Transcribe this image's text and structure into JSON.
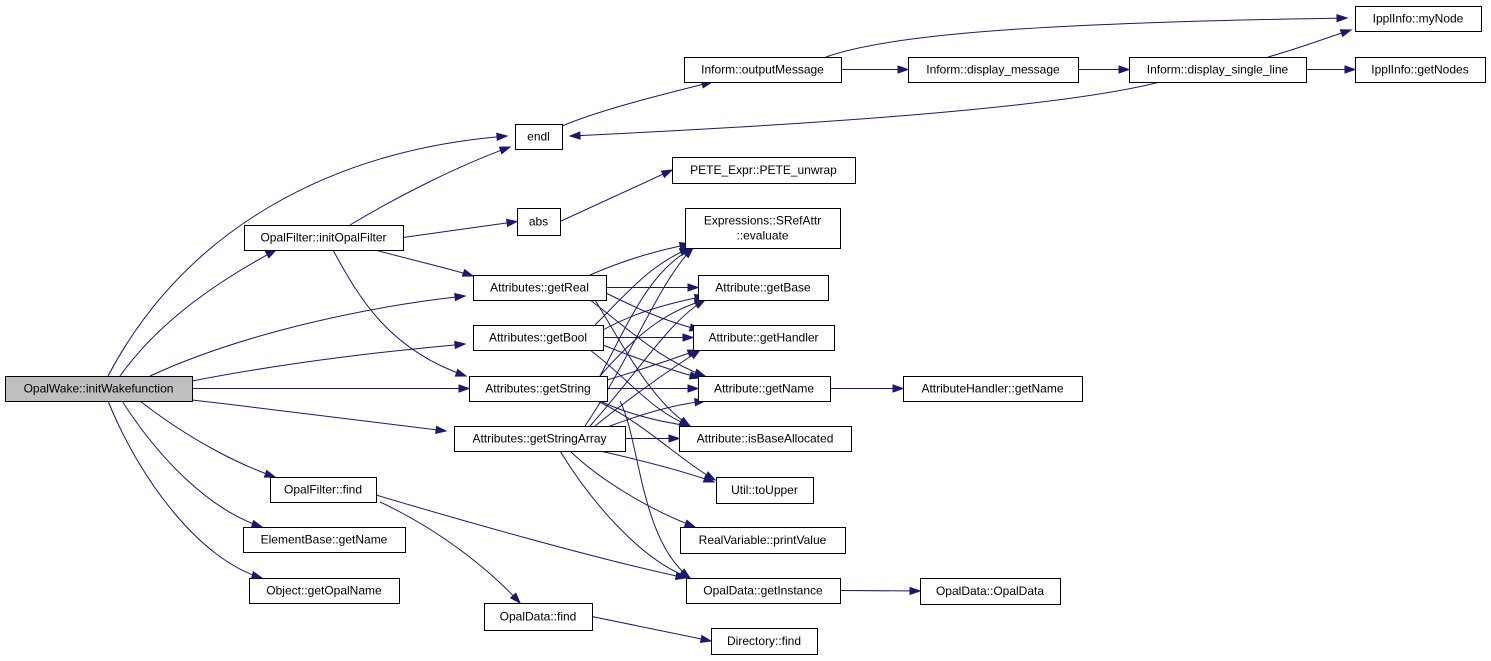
{
  "graph": {
    "colors": {
      "edge": "#191970",
      "root_fill": "#bfbfbf",
      "node_fill": "#ffffff",
      "border": "#000000"
    },
    "nodes": [
      {
        "id": "root",
        "label": [
          "OpalWake::initWakefunction"
        ],
        "root": true
      },
      {
        "id": "endl",
        "label": [
          "endl"
        ]
      },
      {
        "id": "opalfilter_init",
        "label": [
          "OpalFilter::initOpalFilter"
        ]
      },
      {
        "id": "attr_getreal",
        "label": [
          "Attributes::getReal"
        ]
      },
      {
        "id": "attr_getbool",
        "label": [
          "Attributes::getBool"
        ]
      },
      {
        "id": "attr_getstring",
        "label": [
          "Attributes::getString"
        ]
      },
      {
        "id": "attr_getstringarray",
        "label": [
          "Attributes::getStringArray"
        ]
      },
      {
        "id": "opalfilter_find",
        "label": [
          "OpalFilter::find"
        ]
      },
      {
        "id": "elementbase_getname",
        "label": [
          "ElementBase::getName"
        ]
      },
      {
        "id": "object_getopalname",
        "label": [
          "Object::getOpalName"
        ]
      },
      {
        "id": "abs",
        "label": [
          "abs"
        ]
      },
      {
        "id": "opaldata_find",
        "label": [
          "OpalData::find"
        ]
      },
      {
        "id": "inform_output",
        "label": [
          "Inform::outputMessage"
        ]
      },
      {
        "id": "pete_unwrap",
        "label": [
          "PETE_Expr::PETE_unwrap"
        ]
      },
      {
        "id": "expr_evaluate",
        "label": [
          "Expressions::SRefAttr",
          "::evaluate"
        ]
      },
      {
        "id": "attribute_getbase",
        "label": [
          "Attribute::getBase"
        ]
      },
      {
        "id": "attribute_gethandler",
        "label": [
          "Attribute::getHandler"
        ]
      },
      {
        "id": "attribute_getname",
        "label": [
          "Attribute::getName"
        ]
      },
      {
        "id": "attribute_isbase",
        "label": [
          "Attribute::isBaseAllocated"
        ]
      },
      {
        "id": "util_toupper",
        "label": [
          "Util::toUpper"
        ]
      },
      {
        "id": "realvar_print",
        "label": [
          "RealVariable::printValue"
        ]
      },
      {
        "id": "opaldata_getinstance",
        "label": [
          "OpalData::getInstance"
        ]
      },
      {
        "id": "directory_find",
        "label": [
          "Directory::find"
        ]
      },
      {
        "id": "inform_display_message",
        "label": [
          "Inform::display_message"
        ]
      },
      {
        "id": "attrhandler_getname",
        "label": [
          "AttributeHandler::getName"
        ]
      },
      {
        "id": "opaldata_ctor",
        "label": [
          "OpalData::OpalData"
        ]
      },
      {
        "id": "inform_display_single",
        "label": [
          "Inform::display_single_line"
        ]
      },
      {
        "id": "ippl_mynode",
        "label": [
          "IpplInfo::myNode"
        ]
      },
      {
        "id": "ippl_getnodes",
        "label": [
          "IpplInfo::getNodes"
        ]
      }
    ],
    "edges": [
      {
        "from": "root",
        "to": "endl"
      },
      {
        "from": "root",
        "to": "opalfilter_init"
      },
      {
        "from": "root",
        "to": "attr_getreal"
      },
      {
        "from": "root",
        "to": "attr_getbool"
      },
      {
        "from": "root",
        "to": "attr_getstring"
      },
      {
        "from": "root",
        "to": "attr_getstringarray"
      },
      {
        "from": "root",
        "to": "opalfilter_find"
      },
      {
        "from": "root",
        "to": "elementbase_getname"
      },
      {
        "from": "root",
        "to": "object_getopalname"
      },
      {
        "from": "opalfilter_init",
        "to": "endl"
      },
      {
        "from": "opalfilter_init",
        "to": "abs"
      },
      {
        "from": "opalfilter_init",
        "to": "attr_getreal"
      },
      {
        "from": "opalfilter_init",
        "to": "attr_getstring"
      },
      {
        "from": "endl",
        "to": "inform_output"
      },
      {
        "from": "inform_output",
        "to": "inform_display_message"
      },
      {
        "from": "inform_output",
        "to": "ippl_mynode"
      },
      {
        "from": "inform_display_message",
        "to": "inform_display_single"
      },
      {
        "from": "inform_display_single",
        "to": "ippl_mynode"
      },
      {
        "from": "inform_display_single",
        "to": "ippl_getnodes"
      },
      {
        "from": "inform_display_single",
        "to": "endl"
      },
      {
        "from": "abs",
        "to": "pete_unwrap"
      },
      {
        "from": "attr_getreal",
        "to": "expr_evaluate"
      },
      {
        "from": "attr_getreal",
        "to": "attribute_getbase"
      },
      {
        "from": "attr_getreal",
        "to": "attribute_gethandler"
      },
      {
        "from": "attr_getreal",
        "to": "attribute_getname"
      },
      {
        "from": "attr_getreal",
        "to": "attribute_isbase"
      },
      {
        "from": "attr_getbool",
        "to": "expr_evaluate"
      },
      {
        "from": "attr_getbool",
        "to": "attribute_getbase"
      },
      {
        "from": "attr_getbool",
        "to": "attribute_gethandler"
      },
      {
        "from": "attr_getbool",
        "to": "attribute_getname"
      },
      {
        "from": "attr_getbool",
        "to": "attribute_isbase"
      },
      {
        "from": "attr_getstring",
        "to": "expr_evaluate"
      },
      {
        "from": "attr_getstring",
        "to": "attribute_getbase"
      },
      {
        "from": "attr_getstring",
        "to": "attribute_gethandler"
      },
      {
        "from": "attr_getstring",
        "to": "attribute_getname"
      },
      {
        "from": "attr_getstring",
        "to": "attribute_isbase"
      },
      {
        "from": "attr_getstring",
        "to": "util_toupper"
      },
      {
        "from": "attr_getstring",
        "to": "opaldata_getinstance"
      },
      {
        "from": "attr_getstringarray",
        "to": "expr_evaluate"
      },
      {
        "from": "attr_getstringarray",
        "to": "attribute_getbase"
      },
      {
        "from": "attr_getstringarray",
        "to": "attribute_gethandler"
      },
      {
        "from": "attr_getstringarray",
        "to": "attribute_getname"
      },
      {
        "from": "attr_getstringarray",
        "to": "attribute_isbase"
      },
      {
        "from": "attr_getstringarray",
        "to": "util_toupper"
      },
      {
        "from": "attr_getstringarray",
        "to": "realvar_print"
      },
      {
        "from": "attr_getstringarray",
        "to": "opaldata_getinstance"
      },
      {
        "from": "attribute_getname",
        "to": "attrhandler_getname"
      },
      {
        "from": "opalfilter_find",
        "to": "opaldata_getinstance"
      },
      {
        "from": "opalfilter_find",
        "to": "opaldata_find"
      },
      {
        "from": "opaldata_getinstance",
        "to": "opaldata_ctor"
      },
      {
        "from": "opaldata_find",
        "to": "directory_find"
      }
    ]
  }
}
